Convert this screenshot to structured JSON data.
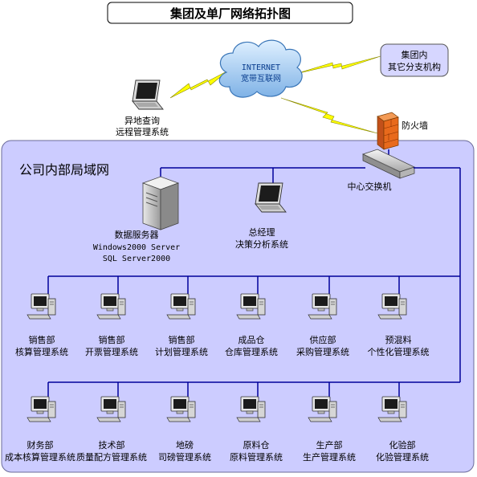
{
  "title": "集团及单厂网络拓扑图",
  "internet": {
    "line1": "INTERNET",
    "line2": "宽带互联网"
  },
  "remote": {
    "line1": "异地查询",
    "line2": "远程管理系统"
  },
  "branch": {
    "line1": "集团内",
    "line2": "其它分支机构"
  },
  "firewall": "防火墙",
  "lan_title": "公司内部局域网",
  "switch": "中心交换机",
  "server": {
    "line1": "数据服务器",
    "line2": "Windows2000 Server",
    "line3": "SQL Server2000"
  },
  "manager": {
    "line1": "总经理",
    "line2": "决策分析系统"
  },
  "row1": [
    {
      "line1": "销售部",
      "line2": "核算管理系统"
    },
    {
      "line1": "销售部",
      "line2": "开票管理系统"
    },
    {
      "line1": "销售部",
      "line2": "计划管理系统"
    },
    {
      "line1": "成品仓",
      "line2": "仓库管理系统"
    },
    {
      "line1": "供应部",
      "line2": "采购管理系统"
    },
    {
      "line1": "预混料",
      "line2": "个性化管理系统"
    }
  ],
  "row2": [
    {
      "line1": "财务部",
      "line2": "成本核算管理系统"
    },
    {
      "line1": "技术部",
      "line2": "质量配方管理系统"
    },
    {
      "line1": "地磅",
      "line2": "司磅管理系统"
    },
    {
      "line1": "原料仓",
      "line2": "原料管理系统"
    },
    {
      "line1": "生产部",
      "line2": "生产管理系统"
    },
    {
      "line1": "化验部",
      "line2": "化验管理系统"
    }
  ],
  "colors": {
    "lan_bg": "#ccccff",
    "bus": "#00009a",
    "lightning": "#ffff00",
    "cloud": "#6aa9e6",
    "firewall": "#e86a1c"
  }
}
